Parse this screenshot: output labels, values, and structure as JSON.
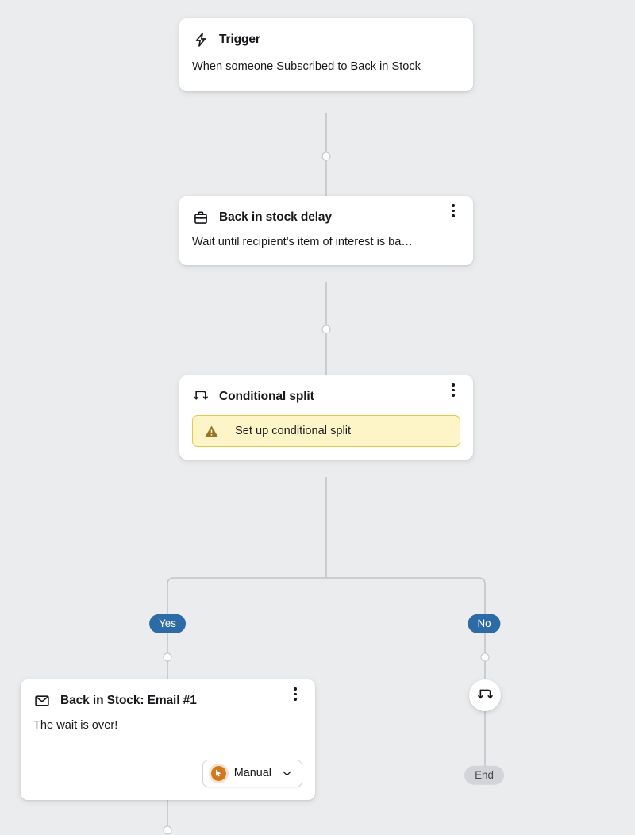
{
  "canvas": {
    "background_color": "#ebecee",
    "connector_color": "#c2c4c9"
  },
  "flow": {
    "nodes": [
      {
        "id": "trigger",
        "icon": "lightning-bolt-icon",
        "title": "Trigger",
        "body": "When someone Subscribed to Back in Stock",
        "has_menu": false
      },
      {
        "id": "delay",
        "icon": "briefcase-icon",
        "title": "Back in stock delay",
        "body": "Wait until recipient's item of interest is ba…",
        "has_menu": true
      },
      {
        "id": "conditional-split",
        "icon": "split-arrows-icon",
        "title": "Conditional split",
        "has_menu": true,
        "warning": {
          "icon": "warning-triangle-icon",
          "text": "Set up conditional split",
          "background_color": "#fdf4c7",
          "border_color": "#e3c84b",
          "icon_color": "#94772a"
        }
      },
      {
        "id": "email",
        "icon": "envelope-icon",
        "title": "Back in Stock: Email #1",
        "body": "The wait is over!",
        "has_menu": true,
        "send_mode": {
          "icon": "cursor-pointer-icon",
          "label": "Manual",
          "chevron": "chevron-down-icon",
          "badge_color": "#cf7a22"
        }
      }
    ],
    "branches": [
      {
        "id": "yes",
        "label": "Yes",
        "color": "#2c6ba5"
      },
      {
        "id": "no",
        "label": "No",
        "color": "#2c6ba5"
      }
    ],
    "no_branch": {
      "node_icon": "split-arrows-icon",
      "end_label": "End",
      "end_color": "#d3d4d9"
    }
  }
}
